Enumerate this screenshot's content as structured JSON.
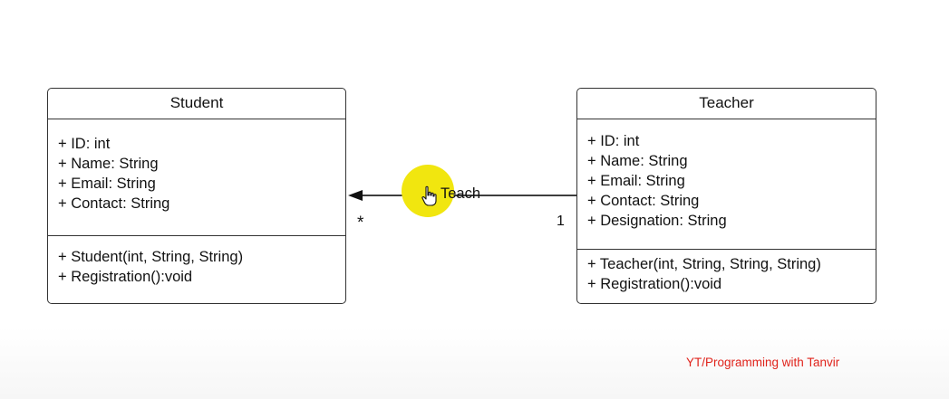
{
  "diagram": {
    "classes": [
      {
        "id": "student",
        "name": "Student",
        "attributes": [
          "+ ID: int",
          "+ Name: String",
          "+ Email: String",
          "+ Contact: String"
        ],
        "operations": [
          "+ Student(int, String, String)",
          "+ Registration():void"
        ]
      },
      {
        "id": "teacher",
        "name": "Teacher",
        "attributes": [
          "+ ID: int",
          "+ Name: String",
          "+ Email: String",
          "+ Contact: String",
          "+ Designation: String"
        ],
        "operations": [
          "+ Teacher(int, String, String, String)",
          "+ Registration():void"
        ]
      }
    ],
    "association": {
      "label": "Teach",
      "from": "teacher",
      "to": "student",
      "multiplicity_student": "*",
      "multiplicity_teacher": "1",
      "line_color": "#222222"
    },
    "cursor": {
      "icon": "hand-pointer-icon",
      "highlight_color": "#f1e60f"
    }
  },
  "watermark": {
    "text": "YT/Programming with Tanvir",
    "color": "#e0231b"
  }
}
